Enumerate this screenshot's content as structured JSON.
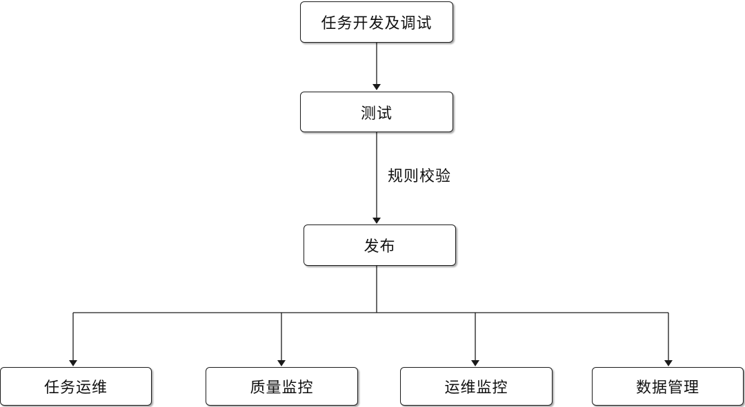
{
  "diagram": {
    "nodes": {
      "dev": "任务开发及调试",
      "test": "测试",
      "publish": "发布",
      "task_ops": "任务运维",
      "quality_monitor": "质量监控",
      "ops_monitor": "运维监控",
      "data_management": "数据管理"
    },
    "edges": [
      {
        "from": "dev",
        "to": "test",
        "label": ""
      },
      {
        "from": "test",
        "to": "publish",
        "label": "规则校验"
      },
      {
        "from": "publish",
        "to": "task_ops",
        "label": ""
      },
      {
        "from": "publish",
        "to": "quality_monitor",
        "label": ""
      },
      {
        "from": "publish",
        "to": "ops_monitor",
        "label": ""
      },
      {
        "from": "publish",
        "to": "data_management",
        "label": ""
      }
    ],
    "edge_labels": {
      "rule_check": "规则校验"
    }
  }
}
